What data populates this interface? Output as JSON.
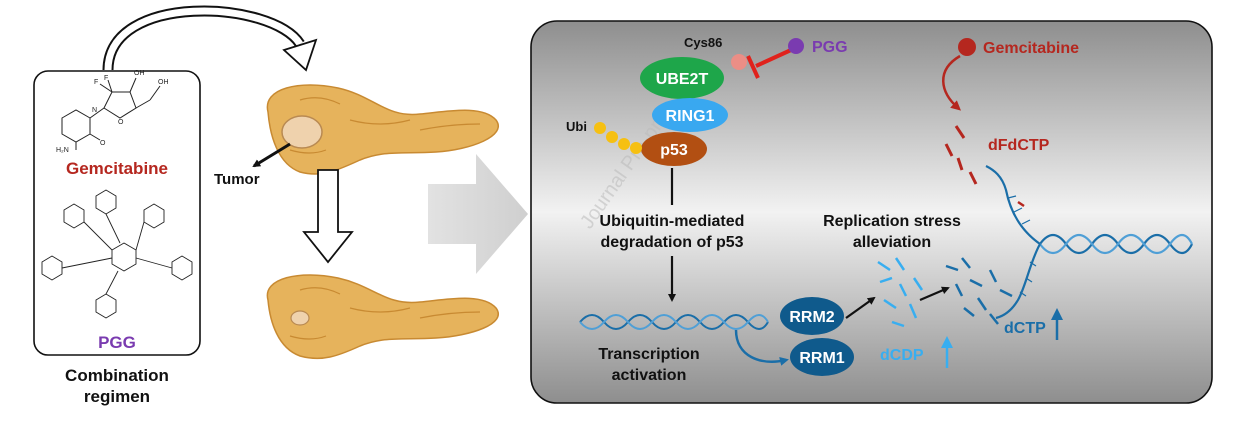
{
  "left_panel": {
    "drug1": "Gemcitabine",
    "drug2": "PGG",
    "caption_line1": "Combination",
    "caption_line2": "regimen",
    "tumor_label": "Tumor"
  },
  "mechanism": {
    "cys_label": "Cys86",
    "pgg_label": "PGG",
    "gemcitabine_label": "Gemcitabine",
    "ube2t": "UBE2T",
    "ring1": "RING1",
    "p53": "p53",
    "ubi_label": "Ubi",
    "degradation_line1": "Ubiquitin-mediated",
    "degradation_line2": "degradation of p53",
    "transcription_line1": "Transcription",
    "transcription_line2": "activation",
    "rrm2": "RRM2",
    "rrm1": "RRM1",
    "dcdp": "dCDP",
    "dctp": "dCTP",
    "dfdctp": "dFdCTP",
    "replication_line1": "Replication stress",
    "replication_line2": "alleviation"
  },
  "watermark": "Journal Pre-proof",
  "colors": {
    "gemcitabine_red": "#b5271f",
    "pgg_purple": "#7a3bb0",
    "ube2t_green": "#1ea64a",
    "ring1_blue": "#39a8f0",
    "p53_brown": "#b24f12",
    "ubi_yellow": "#f6c012",
    "rrm_navy": "#0f5a8c",
    "dna_blue": "#1a6ea8",
    "dcdp_light": "#38aef0",
    "inhibit_red": "#e0221c",
    "pancreas": "#e6b35c"
  }
}
